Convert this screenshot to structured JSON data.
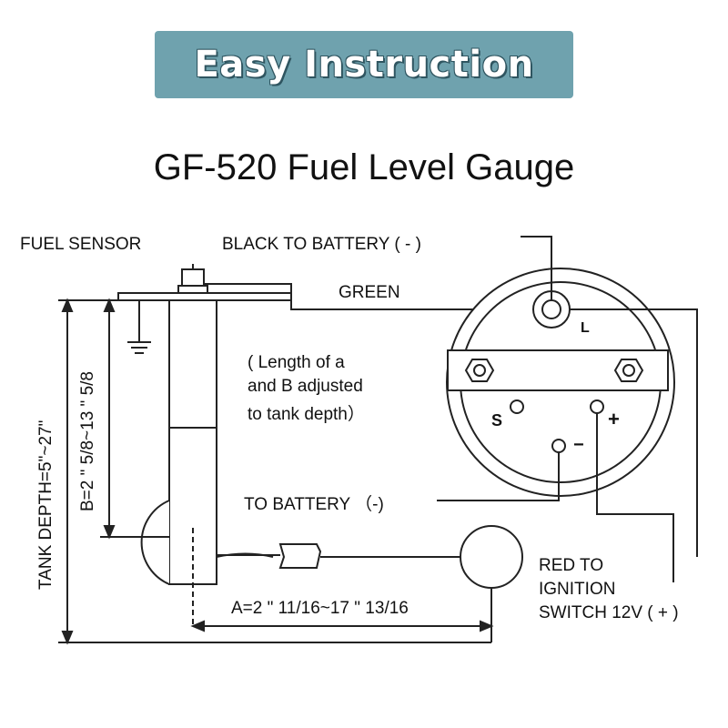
{
  "banner": {
    "text": "Easy Instruction"
  },
  "title": "GF-520 Fuel Level Gauge",
  "labels": {
    "fuel_sensor": "FUEL SENSOR",
    "black_to_battery": "BLACK TO BATTERY ( - )",
    "green": "GREEN",
    "length_note_1": "( Length of a",
    "length_note_2": "and B adjusted",
    "length_note_3": "to tank depth）",
    "to_battery": "TO BATTERY （-)",
    "red_1": "RED TO",
    "red_2": "IGNITION",
    "red_3": "SWITCH 12V ( + )",
    "dim_a": "A=2 \" 11/16~17 \" 13/16",
    "dim_b": "B=2 \" 5/8~13 \" 5/8",
    "tank_depth": "TANK DEPTH=5\"~27\""
  },
  "gauge_terminals": {
    "light": "L",
    "sender": "S",
    "negative": "−",
    "positive": "+"
  },
  "colors": {
    "banner_bg": "#6fa2ae",
    "banner_text": "#ffffff",
    "line": "#222222"
  }
}
